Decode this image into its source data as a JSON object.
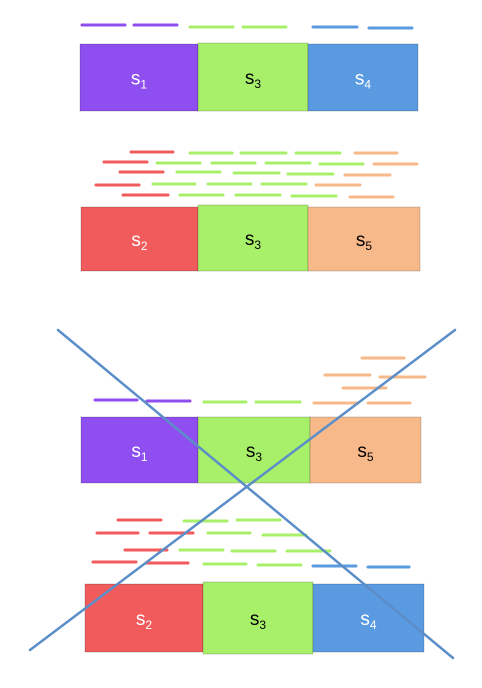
{
  "colors": {
    "s1": "#8e4ef0",
    "s2": "#f15b5b",
    "s3": "#a9f06a",
    "s4": "#5a9ae0",
    "s5": "#f8b98a",
    "cross": "#5b8ec8"
  },
  "blocks": [
    {
      "id": "s1",
      "base": "s",
      "sub": "1",
      "text_color": "#ffffff"
    },
    {
      "id": "s3",
      "base": "s",
      "sub": "3",
      "text_color": "#000000"
    },
    {
      "id": "s4",
      "base": "s",
      "sub": "4",
      "text_color": "#ffffff"
    },
    {
      "id": "s2",
      "base": "s",
      "sub": "2",
      "text_color": "#ffffff"
    },
    {
      "id": "s3",
      "base": "s",
      "sub": "3",
      "text_color": "#000000"
    },
    {
      "id": "s5",
      "base": "s",
      "sub": "5",
      "text_color": "#000000"
    },
    {
      "id": "s1",
      "base": "s",
      "sub": "1",
      "text_color": "#ffffff"
    },
    {
      "id": "s3",
      "base": "s",
      "sub": "3",
      "text_color": "#000000"
    },
    {
      "id": "s5",
      "base": "s",
      "sub": "5",
      "text_color": "#000000"
    },
    {
      "id": "s2",
      "base": "s",
      "sub": "2",
      "text_color": "#ffffff"
    },
    {
      "id": "s3",
      "base": "s",
      "sub": "3",
      "text_color": "#000000"
    },
    {
      "id": "s4",
      "base": "s",
      "sub": "4",
      "text_color": "#ffffff"
    }
  ]
}
